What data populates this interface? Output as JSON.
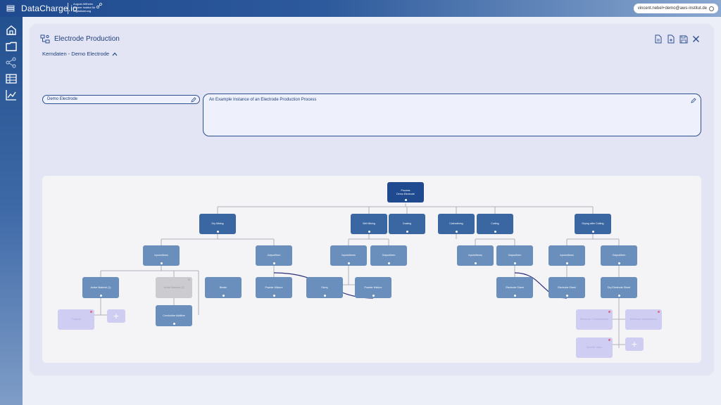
{
  "app": {
    "name": "DataCharge.io",
    "institute": "August-Wilhelm Scheer Institut für Digitalisierung",
    "user_email": "vincent.nebel+demo@aws-institut.de"
  },
  "nav": {
    "items": [
      "home",
      "folder",
      "share",
      "table",
      "chart"
    ]
  },
  "page": {
    "title": "Electrode Production",
    "subtitle": "Kerndaten - Demo Electrode"
  },
  "form": {
    "name_value": "Demo Electrode",
    "description_value": "An Example Instance of an Electrode Production Process"
  },
  "graph": {
    "root": {
      "title": "Process",
      "name": "Demo Electrode"
    },
    "steps": [
      "Dry Mixing",
      "Wet Mixing",
      "Coating",
      "Calendering",
      "Cutting",
      "Drying after Cutting"
    ],
    "inputs_label": "Inputs/Items",
    "output_label": "Output/Item",
    "materials": {
      "active_material": "Active Material (1)",
      "active_material_2": "Active Material (2)",
      "binder": "Binder",
      "conductive_additive": "Conductive Additive",
      "powder_mixture": "Powder Mixture",
      "slurry": "Slurry",
      "electrode_sheet": "Electrode Sheet",
      "dry_electrode_sheet": "Dry Electrode Sheet",
      "property": "Property",
      "electrode_characteristics": "Electrode Characteristics",
      "electrode_measurement": "Electrode Measurement",
      "specific_value": "Specific Value"
    },
    "plus": "+"
  },
  "colors": {
    "brand": "#1f4a8f",
    "step": "#3a67a2",
    "sub": "#6b8fbc",
    "light": "#cfcdf2",
    "highlight_edge": "#2b2f7a"
  }
}
